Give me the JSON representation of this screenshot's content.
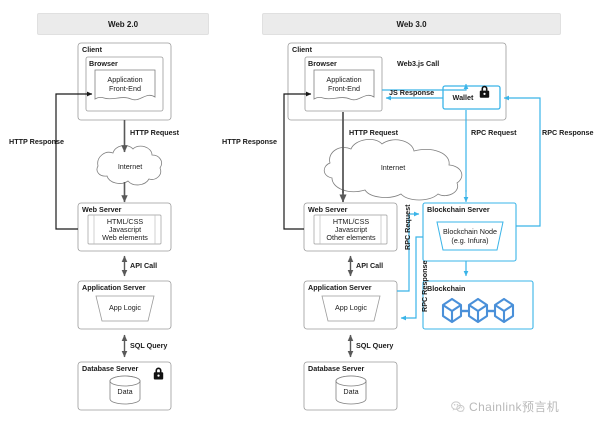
{
  "diagram": {
    "title_web2": "Web 2.0",
    "title_web3": "Web 3.0"
  },
  "colors": {
    "stroke_dark": "#595959",
    "stroke_black": "#1a1a1a",
    "accent_blue": "#3ab4e8",
    "blockchain_blue": "#4a90d9",
    "banner_bg": "#ebebeb",
    "watermark": "#b9b9b9"
  },
  "web2": {
    "client": {
      "label": "Client",
      "browser": {
        "label": "Browser",
        "frontend": "Application\nFront-End",
        "frontend_line1": "Application",
        "frontend_line2": "Front-End"
      }
    },
    "internet": "Internet",
    "web_server": {
      "label": "Web Server",
      "stack_line1": "HTML/CSS",
      "stack_line2": "Javascript",
      "stack_line3": "Web elements"
    },
    "application_server": {
      "label": "Application Server",
      "logic": "App Logic"
    },
    "database_server": {
      "label": "Database Server",
      "data": "Data",
      "lock_icon": "lock-icon"
    },
    "arrows": {
      "http_request": "HTTP Request",
      "http_response": "HTTP Response",
      "api_call": "API Call",
      "sql_query": "SQL Query"
    }
  },
  "web3": {
    "client": {
      "label": "Client",
      "browser": {
        "label": "Browser",
        "frontend_line1": "Application",
        "frontend_line2": "Front-End"
      },
      "wallet": {
        "label": "Wallet",
        "lock_icon": "lock-icon"
      }
    },
    "internet": "Internet",
    "web_server": {
      "label": "Web Server",
      "stack_line1": "HTML/CSS",
      "stack_line2": "Javascript",
      "stack_line3": "Other elements"
    },
    "application_server": {
      "label": "Application Server",
      "logic": "App Logic"
    },
    "database_server": {
      "label": "Database Server",
      "data": "Data"
    },
    "blockchain_server": {
      "label": "Blockchain Server",
      "node_line1": "Blockchain Node",
      "node_line2": "(e.g. Infura)"
    },
    "blockchain": {
      "label": "Blockchain",
      "cube_count": 3
    },
    "arrows": {
      "web3js_call": "Web3.js Call",
      "js_response": "JS Response",
      "http_request": "HTTP Request",
      "http_response": "HTTP Response",
      "rpc_request_top": "RPC Request",
      "rpc_response_top": "RPC Response",
      "rpc_request_mid": "RPC Request",
      "rpc_response_mid": "RPC Response",
      "api_call": "API Call",
      "sql_query": "SQL Query"
    }
  },
  "watermark": {
    "text": "Chainlink预言机",
    "icon": "wechat-icon"
  }
}
